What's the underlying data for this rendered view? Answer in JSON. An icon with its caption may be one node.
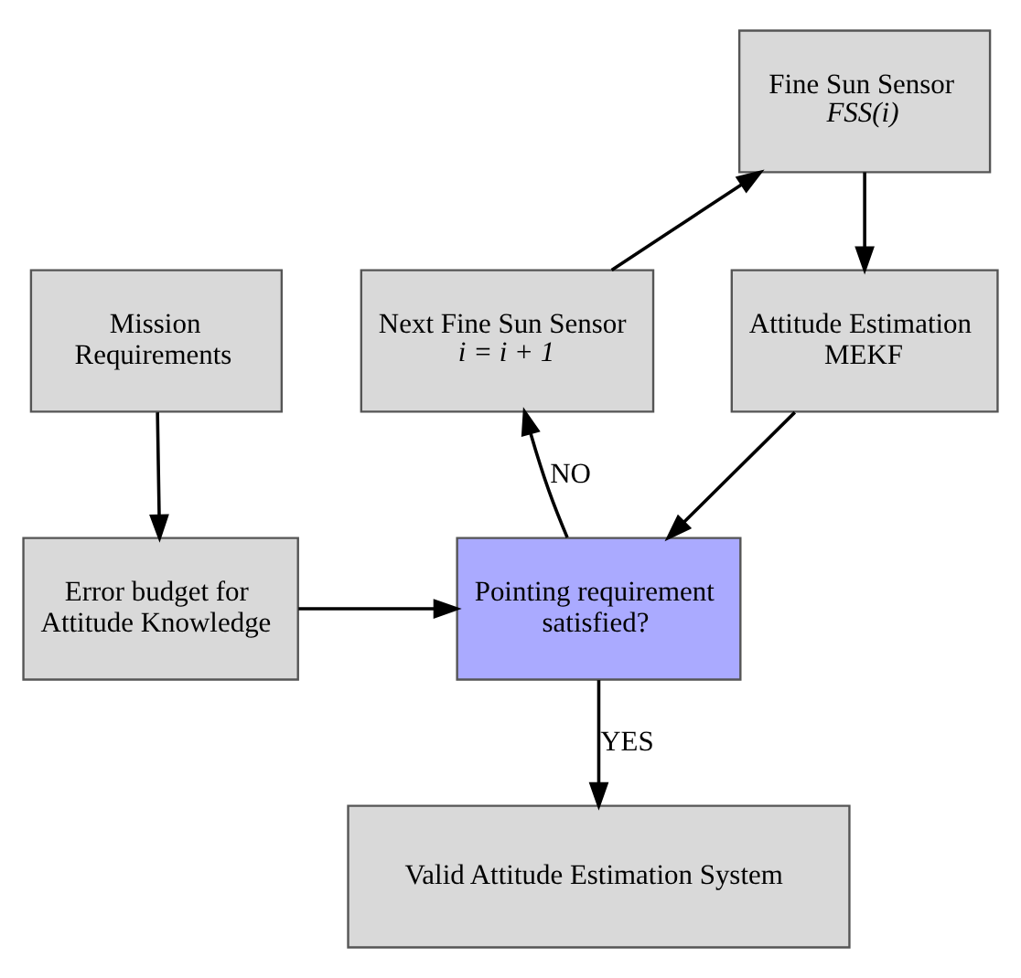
{
  "diagram": {
    "nodes": [
      {
        "text": [
          "Fine Sun Sensor",
          "FSS(i)"
        ]
      },
      {
        "text": [
          "Mission Requirements"
        ]
      },
      {
        "text": [
          "Attitude Estimation",
          "MEKF"
        ]
      },
      {
        "text": [
          "Next Fine Sun Sensor",
          "i = i + 1"
        ]
      },
      {
        "text": [
          "Error budget for Attitude Knowledge"
        ]
      },
      {
        "text": [
          "Pointing requirement satisfied?"
        ]
      },
      {
        "text": [
          "Valid Attitude Estimation System"
        ]
      }
    ],
    "edges": [
      {
        "from": 0,
        "to": 2,
        "arrow": "to"
      },
      {
        "from": 1,
        "to": 4,
        "arrow": "to"
      },
      {
        "from": 2,
        "to": 5,
        "arrow": "to"
      },
      {
        "from": 4,
        "to": 5,
        "arrow": "to"
      },
      {
        "from": 5,
        "to": 3,
        "arrow": "to",
        "label": "NO"
      },
      {
        "from": 3,
        "to": 0,
        "arrow": "to"
      },
      {
        "from": 5,
        "to": 6,
        "arrow": "to",
        "label": "YES"
      }
    ]
  }
}
